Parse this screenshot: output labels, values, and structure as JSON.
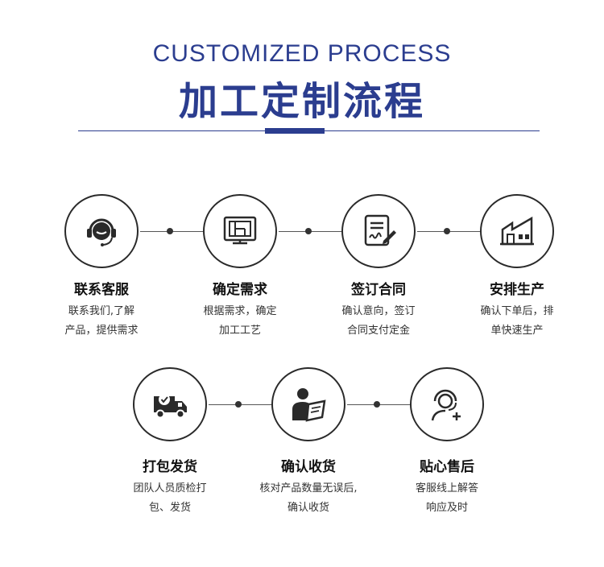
{
  "header": {
    "title_en": "CUSTOMIZED PROCESS",
    "title_zh": "加工定制流程"
  },
  "steps": [
    {
      "icon": "headset-icon",
      "title": "联系客服",
      "desc": [
        "联系我们,了解",
        "产品，提供需求"
      ]
    },
    {
      "icon": "blueprint-icon",
      "title": "确定需求",
      "desc": [
        "根据需求，确定",
        "加工工艺"
      ]
    },
    {
      "icon": "contract-sign-icon",
      "title": "签订合同",
      "desc": [
        "确认意向，签订",
        "合同支付定金"
      ]
    },
    {
      "icon": "factory-icon",
      "title": "安排生产",
      "desc": [
        "确认下单后，排",
        "单快速生产"
      ]
    },
    {
      "icon": "delivery-truck-icon",
      "title": "打包发货",
      "desc": [
        "团队人员质检打",
        "包、发货"
      ]
    },
    {
      "icon": "person-checking-icon",
      "title": "确认收货",
      "desc": [
        "核对产品数量无误后,",
        "确认收货"
      ]
    },
    {
      "icon": "support-agent-icon",
      "title": "贴心售后",
      "desc": [
        "客服线上解答",
        "响应及时"
      ]
    }
  ]
}
